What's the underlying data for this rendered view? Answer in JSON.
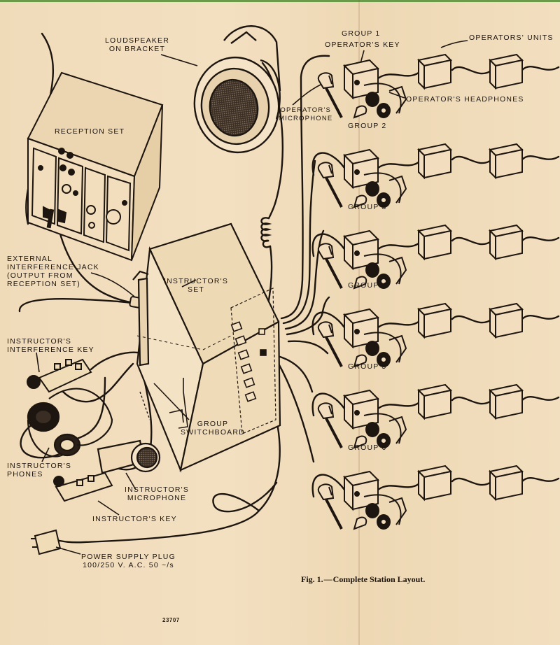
{
  "labels": {
    "loudspeaker": [
      "LOUDSPEAKER",
      "ON BRACKET"
    ],
    "reception_set": "RECEPTION SET",
    "external_jack": [
      "EXTERNAL",
      "INTERFERENCE JACK",
      "(OUTPUT FROM",
      "RECEPTION SET)"
    ],
    "instructors_set": [
      "INSTRUCTOR'S",
      "SET"
    ],
    "interference_key": [
      "INSTRUCTOR'S",
      "INTERFERENCE KEY"
    ],
    "group_switchboard": [
      "GROUP",
      "SWITCHBOARD"
    ],
    "instructors_phones": [
      "INSTRUCTOR'S",
      "PHONES"
    ],
    "instructors_microphone": [
      "INSTRUCTOR'S",
      "MICROPHONE"
    ],
    "instructors_key": "INSTRUCTOR'S KEY",
    "power_plug": [
      "POWER SUPPLY PLUG",
      "100/250 V. A.C. 50 ~/s"
    ],
    "operators_microphone": [
      "OPERATOR'S",
      "MICROPHONE"
    ],
    "operators_key": "OPERATOR'S KEY",
    "operators_units": "OPERATORS' UNITS",
    "operators_headphones": "OPERATOR'S HEADPHONES"
  },
  "groups": [
    "GROUP 1",
    "GROUP 2",
    "GROUP 3",
    "GROUP 4",
    "GROUP 5",
    "GROUP 6"
  ],
  "caption": {
    "fig": "Fig. 1.",
    "dash": "—",
    "text": "Complete Station Layout."
  },
  "page_number": "23707"
}
